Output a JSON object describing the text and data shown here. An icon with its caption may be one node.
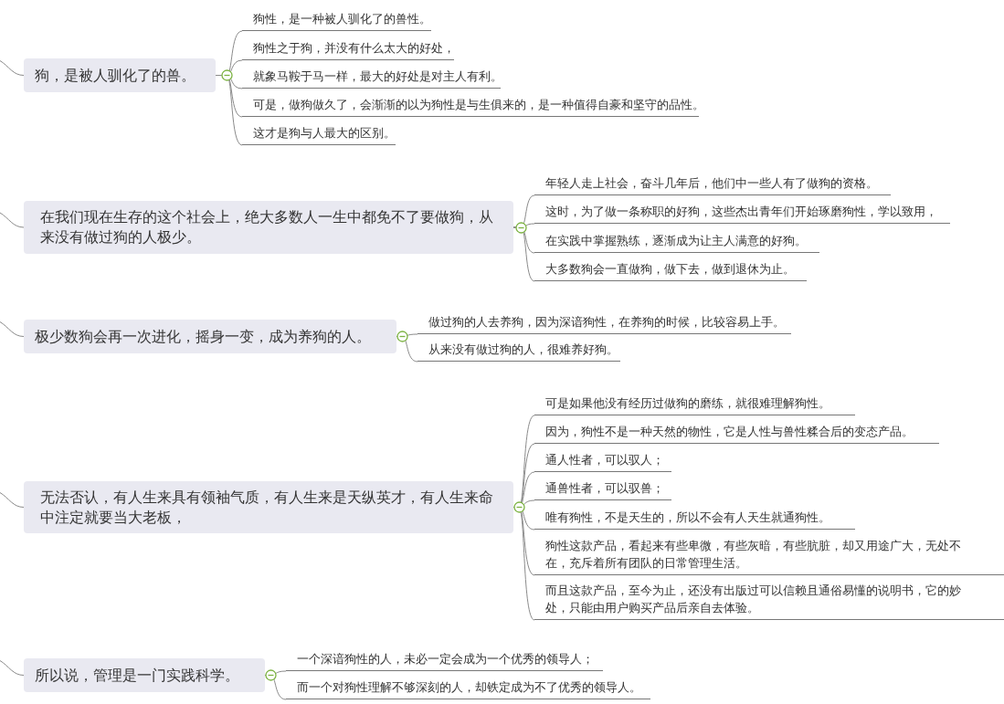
{
  "diagram": {
    "nodes": [
      {
        "text": [
          "狗，是被人驯化了的兽。"
        ]
      },
      {
        "text": [
          "狗性，是一种被人驯化了的兽性。"
        ]
      },
      {
        "text": [
          "狗性之于狗，并没有什么太大的好处，"
        ]
      },
      {
        "text": [
          "就象马鞍于马一样，最大的好处是对主人有利。"
        ]
      },
      {
        "text": [
          "可是，做狗做久了，会渐渐的以为狗性是与生俱来的，是一种值得自豪和坚守的品性。"
        ]
      },
      {
        "text": [
          "这才是狗与人最大的区别。"
        ]
      },
      {
        "text": [
          "在我们现在生存的这个社会上，绝大多数人一生中都免不了要做狗，从来没有做过狗的人极少。"
        ]
      },
      {
        "text": [
          "年轻人走上社会，奋斗几年后，他们中一些人有了做狗的资格。"
        ]
      },
      {
        "text": [
          "这时，为了做一条称职的好狗，这些杰出青年们开始琢磨狗性，学以致用，"
        ]
      },
      {
        "text": [
          "在实践中掌握熟练，逐渐成为让主人满意的好狗。"
        ]
      },
      {
        "text": [
          "大多数狗会一直做狗，做下去，做到退休为止。"
        ]
      },
      {
        "text": [
          "极少数狗会再一次进化，摇身一变，成为养狗的人。"
        ]
      },
      {
        "text": [
          "做过狗的人去养狗，因为深谙狗性，在养狗的时候，比较容易上手。"
        ]
      },
      {
        "text": [
          "从来没有做过狗的人，很难养好狗。"
        ]
      },
      {
        "text": [
          "无法否认，有人生来具有领袖气质，有人生来是天纵英才，有人生来命中注定就要当大老板，"
        ]
      },
      {
        "text": [
          "可是如果他没有经历过做狗的磨练，就很难理解狗性。"
        ]
      },
      {
        "text": [
          "因为，狗性不是一种天然的物性，它是人性与兽性糅合后的变态产品。"
        ]
      },
      {
        "text": [
          "通人性者，可以驭人；"
        ]
      },
      {
        "text": [
          "通兽性者，可以驭兽；"
        ]
      },
      {
        "text": [
          "唯有狗性，不是天生的，所以不会有人天生就通狗性。"
        ]
      },
      {
        "text": [
          "狗性这款产品，看起来有些卑微，有些灰暗，有些肮脏，却又用途广大，无处不在，充斥着所有团队的日常管理生活。"
        ]
      },
      {
        "text": [
          "而且这款产品，至今为止，还没有出版过可以信赖且通俗易懂的说明书，它的妙处，只能由用户购买产品后亲自去体验。"
        ]
      },
      {
        "text": [
          "所以说，管理是一门实践科学。"
        ]
      },
      {
        "text": [
          "一个深谙狗性的人，未必一定会成为一个优秀的领导人；"
        ]
      },
      {
        "text": [
          "而一个对狗性理解不够深刻的人，却铁定成为不了优秀的领导人。"
        ]
      }
    ],
    "edges": [
      {
        "from": null,
        "to": 0,
        "arrow": "none"
      },
      {
        "from": 0,
        "to": 1,
        "arrow": "none"
      },
      {
        "from": 0,
        "to": 2,
        "arrow": "none"
      },
      {
        "from": 0,
        "to": 3,
        "arrow": "none"
      },
      {
        "from": 0,
        "to": 4,
        "arrow": "none"
      },
      {
        "from": 0,
        "to": 5,
        "arrow": "none"
      },
      {
        "from": null,
        "to": 6,
        "arrow": "none"
      },
      {
        "from": 6,
        "to": 7,
        "arrow": "none"
      },
      {
        "from": 6,
        "to": 8,
        "arrow": "none"
      },
      {
        "from": 6,
        "to": 9,
        "arrow": "none"
      },
      {
        "from": 6,
        "to": 10,
        "arrow": "none"
      },
      {
        "from": null,
        "to": 11,
        "arrow": "none"
      },
      {
        "from": 11,
        "to": 12,
        "arrow": "none"
      },
      {
        "from": 11,
        "to": 13,
        "arrow": "none"
      },
      {
        "from": null,
        "to": 14,
        "arrow": "none"
      },
      {
        "from": 14,
        "to": 15,
        "arrow": "none"
      },
      {
        "from": 14,
        "to": 16,
        "arrow": "none"
      },
      {
        "from": 14,
        "to": 17,
        "arrow": "none"
      },
      {
        "from": 14,
        "to": 18,
        "arrow": "none"
      },
      {
        "from": 14,
        "to": 19,
        "arrow": "none"
      },
      {
        "from": 14,
        "to": 20,
        "arrow": "none"
      },
      {
        "from": 14,
        "to": 21,
        "arrow": "none"
      },
      {
        "from": null,
        "to": 22,
        "arrow": "none"
      },
      {
        "from": 22,
        "to": 23,
        "arrow": "none"
      },
      {
        "from": 22,
        "to": 24,
        "arrow": "none"
      }
    ]
  }
}
